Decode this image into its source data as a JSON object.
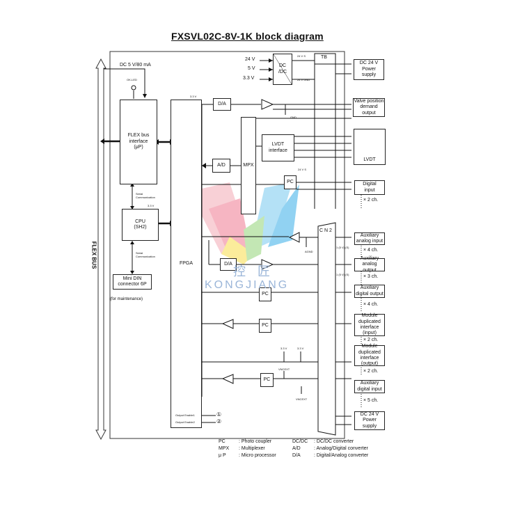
{
  "title": "FXSVL02C-8V-1K block diagram",
  "flex_bus_label": "FLEX BUS",
  "dc5v_label": "DC 5 V/80 mA",
  "ok_led_label": "OK-LED",
  "flex_bus_interface": "FLEX bus\ninterface\n(μP)",
  "serial_comm_1": "Serial\nCommunication",
  "cpu_label": "CPU\n(SH2)",
  "serial_comm_2": "Serial\nCommunication",
  "mini_din_label": "Mini DIN\nconnector 6P",
  "for_maintenance": "(for maintenance)",
  "fpga_label": "FPGA",
  "output_enable_1": "Output Enable1",
  "output_enable_2": "Output Enable2",
  "circle_1": "①",
  "circle_2": "②",
  "da_label": "D/A",
  "ad_label": "A/D",
  "mpx_label": "MPX",
  "lvdt_interface_label": "LVDT\ninterface",
  "pc_label": "PC",
  "dcdc_label": "DC\n/DC",
  "tb_label": "TB",
  "cn2_label": "C N 2",
  "volt_24": "24 V",
  "volt_5": "5 V",
  "volt_33": "3.3 V",
  "right_blocks": {
    "dc24_top": "DC 24 V\nPower\nsupply",
    "valve": "Valve position\ndemand output",
    "lvdt": "LVDT",
    "digital_input": "Digital\ninput",
    "aux_analog_input": "Auxiliary\nanalog input",
    "aux_analog_output": "Auxiliary\nanalog output",
    "aux_digital_output": "Auxiliary\ndigital output",
    "module_dup_input": "Module\nduplicated\ninterface\n(input)",
    "module_dup_output": "Module\nduplicated\ninterface\n(output)",
    "aux_digital_input": "Auxiliary\ndigital input",
    "dc24_bottom": "DC 24 V\nPower\nsupply"
  },
  "multipliers": {
    "m1": "× 2  ch.",
    "m2": "× 4  ch.",
    "m3": "× 3  ch.",
    "m4": "× 4  ch.",
    "m5": "× 2  ch.",
    "m6": "× 2  ch.",
    "m7": "× 5  ch."
  },
  "small_labels": {
    "v33_fpga": "3.3 V",
    "v33_cpu": "3.3 V",
    "v24_pc": "24 V S",
    "v24_dcdc": "24 V S",
    "v24_gnd_dcdc": "24 V GND",
    "gnd": "GND",
    "agnd": "AGND",
    "one_5v_a": "1 (5 V) (S)",
    "one_5v_b": "1 (5 V) (S)",
    "v33_mod": "3.3 V",
    "v33_mod2": "3.3 V",
    "vncext": "VNCEXT",
    "vncext2": "VNCEXT"
  },
  "watermark": {
    "cn": "控 匠",
    "en": "KONGJIANG"
  },
  "legend": [
    {
      "abbr": "PC",
      "desc": ": Photo coupler"
    },
    {
      "abbr": "MPX",
      "desc": ": Multiplexer"
    },
    {
      "abbr": "μ P",
      "desc": ": Micro processor"
    },
    {
      "abbr": "DC/DC",
      "desc": ": DC/DC converter"
    },
    {
      "abbr": "A/D",
      "desc": ": Analog/Digital converter"
    },
    {
      "abbr": "D/A",
      "desc": ": Digital/Analog converter"
    }
  ]
}
